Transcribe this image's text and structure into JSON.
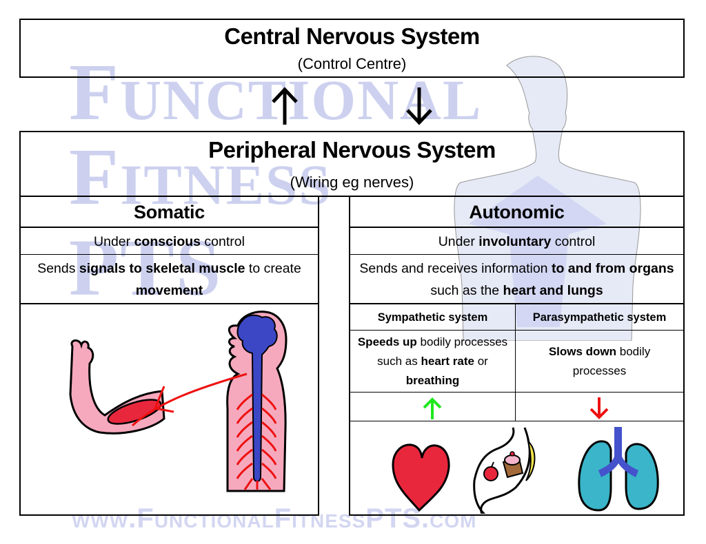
{
  "watermark": {
    "line1": "Functional",
    "line2": "Fitness",
    "line3": "PTS",
    "url": "www.FunctionalFitnessPTS.com",
    "color": "#cdd1ef"
  },
  "cns": {
    "title": "Central Nervous System",
    "subtitle": "(Control Centre)"
  },
  "flow_arrows": {
    "up": "arrow-up",
    "down": "arrow-down"
  },
  "pns": {
    "title": "Peripheral Nervous System",
    "subtitle": "(Wiring eg nerves)"
  },
  "somatic": {
    "title": "Somatic",
    "control": {
      "pre": "Under ",
      "bold": "conscious",
      "post": " control"
    },
    "description": {
      "pre": "Sends ",
      "bold1": "signals to skeletal muscle",
      "mid": " to create ",
      "bold2": "movement"
    },
    "illustration": "person-brain-spinal-cord-signal-to-arm-muscle"
  },
  "autonomic": {
    "title": "Autonomic",
    "control": {
      "pre": "Under ",
      "bold": "involuntary",
      "post": " control"
    },
    "description": {
      "pre": "Sends and receives information ",
      "bold1": "to and from organs",
      "mid": " such as the ",
      "bold2": "heart and lungs"
    },
    "sympathetic": {
      "title": "Sympathetic system",
      "bold1": "Speeds up",
      "mid1": " bodily processes such as ",
      "bold2": "heart rate",
      "mid2": " or ",
      "bold3": "breathing",
      "arrow": "up",
      "arrow_color": "#1ee81e"
    },
    "parasympathetic": {
      "title": "Parasympathetic system",
      "bold1": "Slows down",
      "rest": " bodily processes",
      "arrow": "down",
      "arrow_color": "#ee1111"
    },
    "illustrations": [
      "heart",
      "stomach-with-food",
      "lungs"
    ]
  },
  "colors": {
    "heart": "#e8273d",
    "lungs": "#3ab5c9",
    "airway": "#4452cc",
    "skin": "#f6a9bd",
    "brain": "#3c47c6",
    "nerve": "#ee1111"
  }
}
